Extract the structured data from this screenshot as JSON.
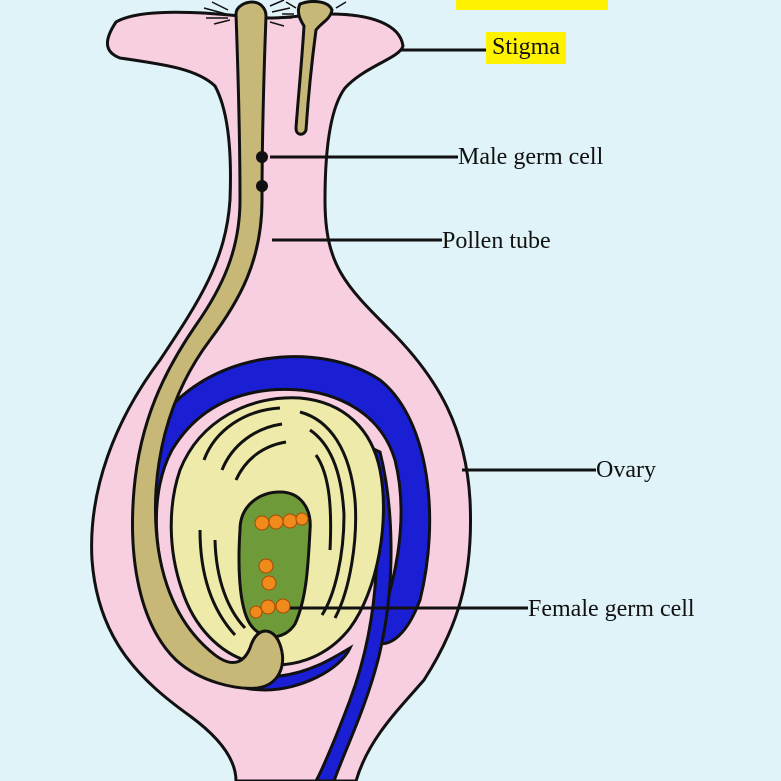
{
  "colors": {
    "background": "#dff3f8",
    "pistil": "#f8cfe0",
    "ovary_wall": "#1a1fd4",
    "ovule": "#eeeaaa",
    "embryo_sac": "#6f9a3a",
    "pollen_tube": "#c8b878",
    "nuclei": "#f08a1c",
    "label_highlight": "#fff200",
    "outline": "#111111"
  },
  "labels": {
    "top_highlight": "",
    "stigma": "Stigma",
    "male_germ_cell": "Male germ cell",
    "pollen_tube": "Pollen tube",
    "ovary": "Ovary",
    "female_germ_cell": "Female germ cell"
  }
}
